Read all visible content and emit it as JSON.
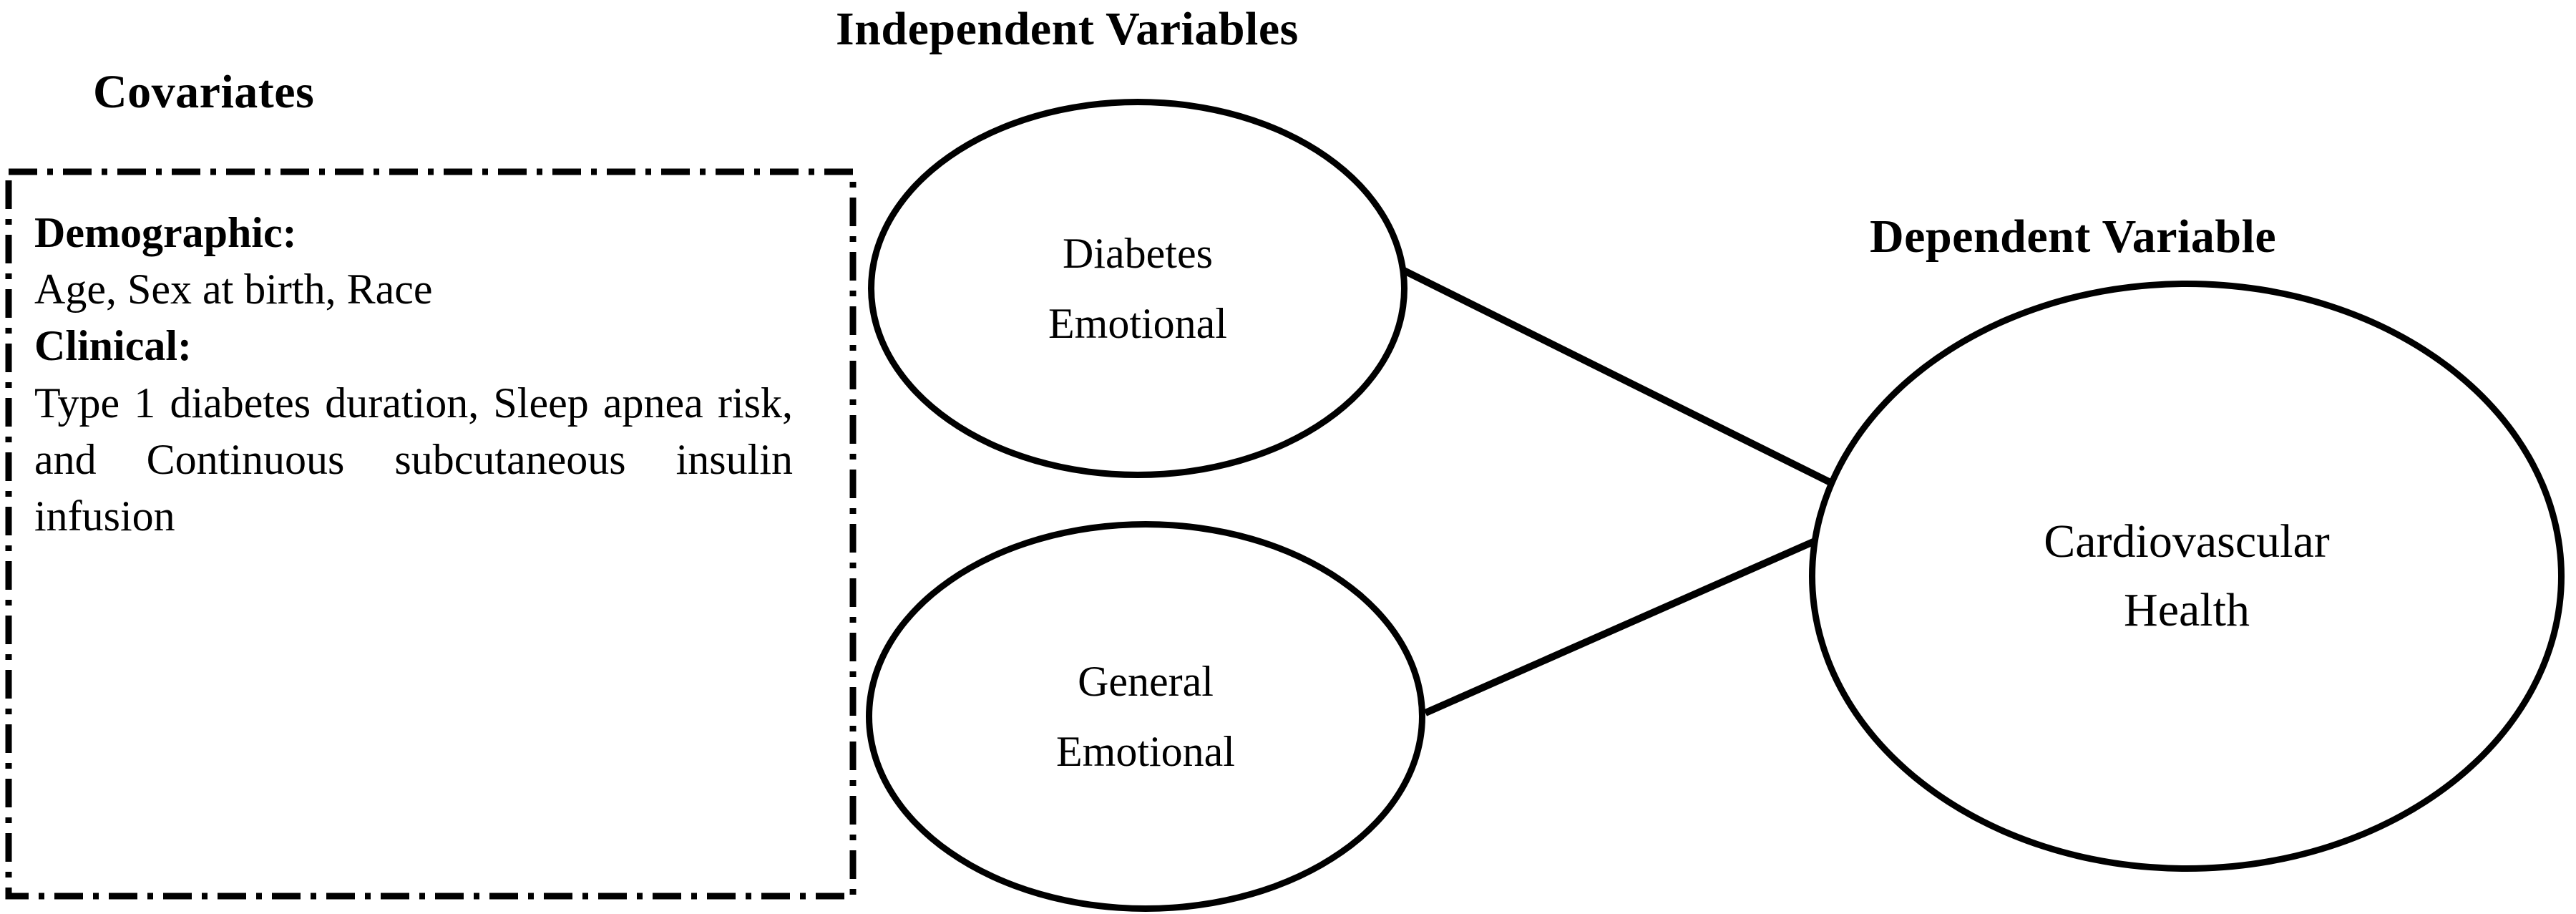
{
  "diagram": {
    "title": "Conceptual model diagram",
    "background_color": "#ffffff",
    "line_color": "#000000"
  },
  "headings": {
    "covariates": "Covariates",
    "independent_variables": "Independent Variables",
    "dependent_variable": "Dependent Variable"
  },
  "covariates_box": {
    "border_style": "dash-dot",
    "border_color": "#000000",
    "groups": [
      {
        "label": "Demographic:",
        "items_text": "Age, Sex at birth, Race"
      },
      {
        "label": "Clinical:",
        "items_text": "Type 1 diabetes duration, Sleep apnea risk, and Continuous subcutaneous insulin infusion"
      }
    ]
  },
  "nodes": {
    "independent": [
      {
        "line1": "Diabetes",
        "line2": "Emotional"
      },
      {
        "line1": "General",
        "line2": "Emotional"
      }
    ],
    "dependent": {
      "line1": "Cardiovascular",
      "line2": "Health"
    }
  },
  "connectors": [
    {
      "from": "Diabetes Emotional",
      "to": "Cardiovascular Health"
    },
    {
      "from": "General Emotional",
      "to": "Cardiovascular Health"
    }
  ]
}
